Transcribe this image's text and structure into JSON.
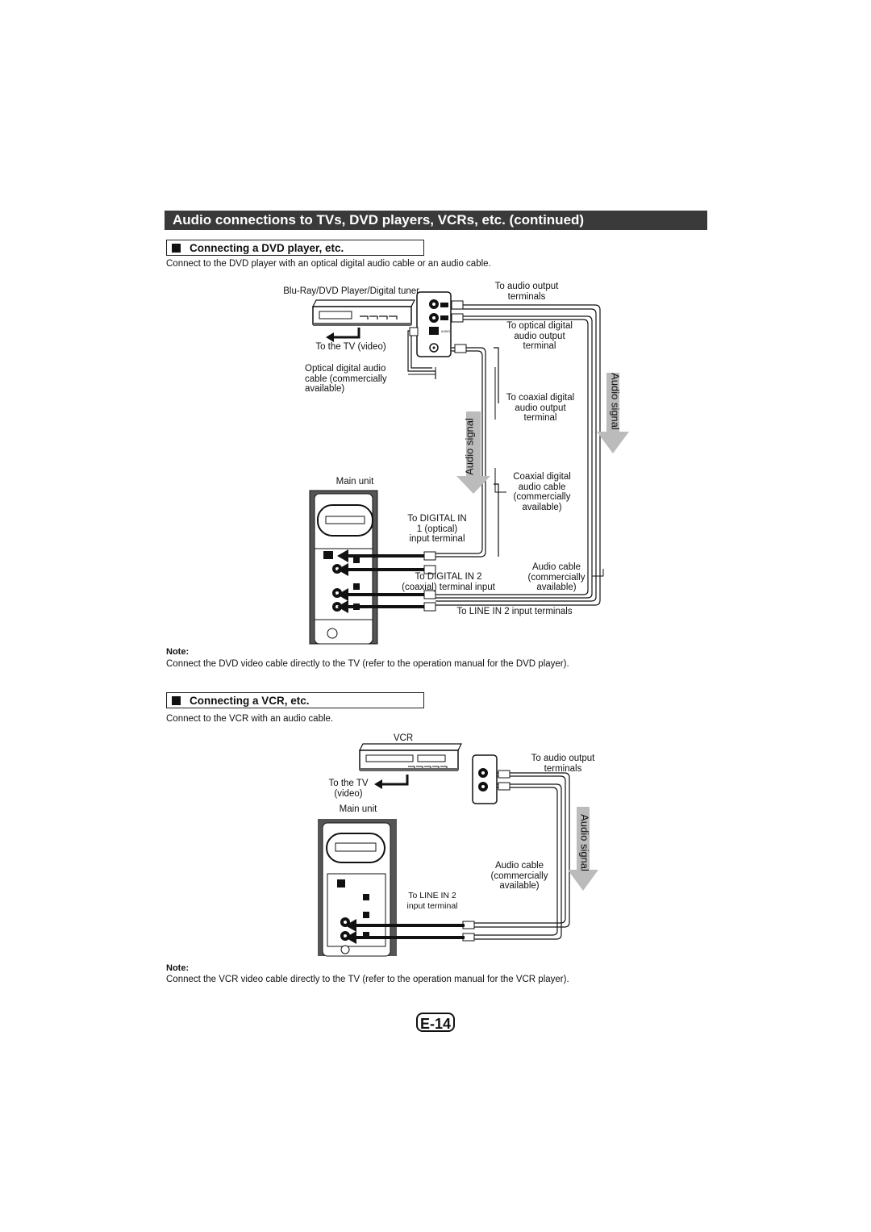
{
  "header": {
    "title": "Audio connections to TVs, DVD players, VCRs, etc. (continued)"
  },
  "dvd": {
    "heading": "Connecting a DVD player, etc.",
    "intro": "Connect to the DVD player with an optical digital audio cable or an audio cable.",
    "device_label": "Blu-Ray/DVD Player/Digital tuner",
    "to_tv": "To the TV (video)",
    "optical_cable_l1": "Optical digital audio",
    "optical_cable_l2": "cable (commercially",
    "optical_cable_l3": "available)",
    "audio_out_l1": "To audio output",
    "audio_out_l2": "terminals",
    "opt_out_l1": "To optical digital",
    "opt_out_l2": "audio output",
    "opt_out_l3": "terminal",
    "coax_out_l1": "To coaxial digital",
    "coax_out_l2": "audio output",
    "coax_out_l3": "terminal",
    "coax_cable_l1": "Coaxial digital",
    "coax_cable_l2": "audio  cable",
    "coax_cable_l3": "(commercially",
    "coax_cable_l4": "available)",
    "audio_signal": "Audio signal",
    "main_unit": "Main unit",
    "dig_in1_l1": "To DIGITAL IN",
    "dig_in1_l2": "1 (optical)",
    "dig_in1_l3": "input terminal",
    "dig_in2_l1": "To DIGITAL IN 2",
    "dig_in2_l2": "(coaxial) terminal input",
    "audio_cable_l1": "Audio cable",
    "audio_cable_l2": "(commercially",
    "audio_cable_l3": "available)",
    "line_in": "To LINE IN 2 input terminals",
    "note_title": "Note:",
    "note_text": "Connect the DVD video cable directly to the TV (refer to the operation manual for the DVD player)."
  },
  "vcr": {
    "heading": "Connecting a VCR, etc.",
    "intro": "Connect to the VCR with an audio cable.",
    "device_label": "VCR",
    "to_tv_l1": "To the TV",
    "to_tv_l2": "(video)",
    "main_unit": "Main unit",
    "audio_out_l1": "To audio output",
    "audio_out_l2": "terminals",
    "audio_signal": "Audio signal",
    "audio_cable_l1": "Audio cable",
    "audio_cable_l2": "(commercially",
    "audio_cable_l3": "available)",
    "line_in_l1": "To LINE IN 2",
    "line_in_l2": "input terminal",
    "note_title": "Note:",
    "note_text": "Connect the VCR video cable directly to the TV (refer to the operation manual for the VCR player)."
  },
  "footer": {
    "page_number": "E-14"
  }
}
